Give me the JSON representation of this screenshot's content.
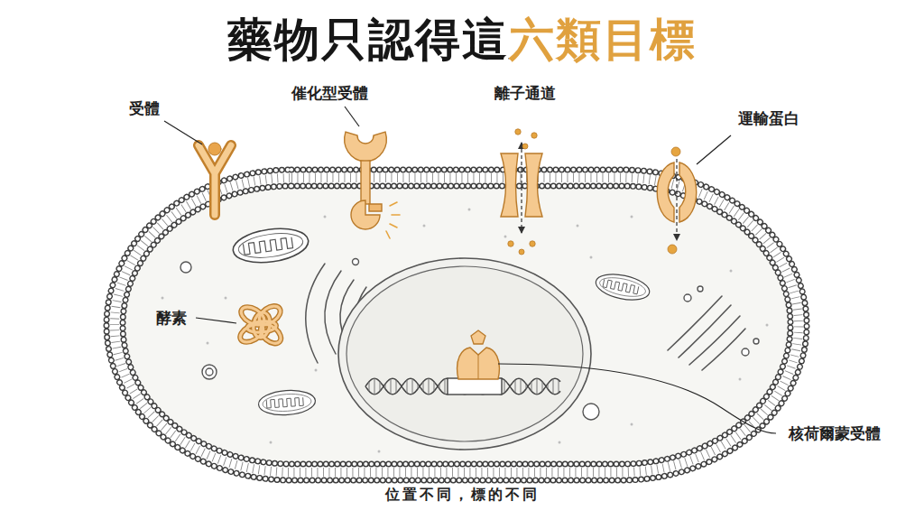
{
  "diagram": {
    "title": "藥物只認得這六類目標",
    "caption": "位置不同，標的不同",
    "labels": [
      "受體",
      "催化型受體",
      "離子通道",
      "運輸蛋白",
      "酵素",
      "核荷爾蒙受體"
    ]
  }
}
